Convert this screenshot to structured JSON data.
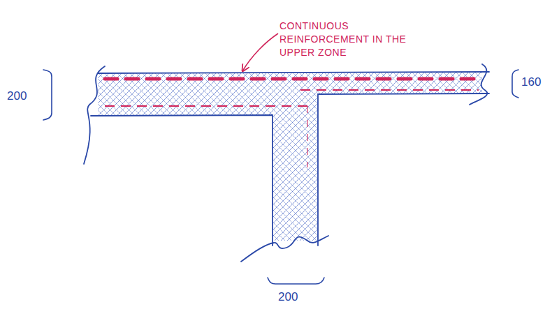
{
  "diagram": {
    "labels": [
      "CONTINUOUS REINFORCEMENT IN THE UPPER ZONE",
      "200",
      "160",
      "200"
    ]
  }
}
